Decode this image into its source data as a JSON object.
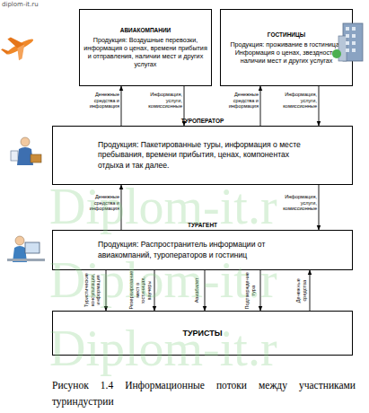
{
  "diagram": {
    "caption": "Рисунок 1.4 Информационные потоки между участниками туриндустрии",
    "nodes": [
      {
        "text": [
          "АВИАКОМПАНИИ",
          "Продукция: Воздушные перевозки, информация о ценах, времени прибытия и отправления, наличии мест и других услугах"
        ]
      },
      {
        "text": [
          "ГОСТИНИЦЫ",
          "Продукция: проживание в гостиницах Информация о ценах, звездности, наличии мест и других услугах"
        ]
      },
      {
        "text": [
          "ТУРОПЕРАТОР",
          "Продукция: Пакетированные туры, информация о месте пребывания, времени прибытия, ценах, компонентах отдыха и так далее."
        ]
      },
      {
        "text": [
          "ТУРАГЕНТ",
          "Продукция: Распространитель информации от авиакомпаний, туроператоров и гостиниц"
        ]
      },
      {
        "text": [
          "ТУРИСТЫ"
        ]
      }
    ],
    "edges": [
      {
        "from": 2,
        "to": 0,
        "arrow": "to",
        "label": "Денежные средства и информация"
      },
      {
        "from": 0,
        "to": 2,
        "arrow": "to",
        "label": "Информация, услуги, комиссионные"
      },
      {
        "from": 2,
        "to": 1,
        "arrow": "to",
        "label": "Денежные средства и информация"
      },
      {
        "from": 1,
        "to": 2,
        "arrow": "to",
        "label": "Информация, услуги, комиссионные"
      },
      {
        "from": 3,
        "to": 2,
        "arrow": "to",
        "label": "Денежные средства и информация"
      },
      {
        "from": 2,
        "to": 3,
        "arrow": "to",
        "label": "Информация, услуги, комиссионные"
      },
      {
        "from": 3,
        "to": 4,
        "arrow": "to",
        "label": "Туристические консультации, информация"
      },
      {
        "from": 3,
        "to": 4,
        "arrow": "to",
        "label": "Резервирование мест в гостиницах, ваучеры"
      },
      {
        "from": 3,
        "to": 4,
        "arrow": "to",
        "label": "Авиабилет"
      },
      {
        "from": 3,
        "to": 4,
        "arrow": "to",
        "label": "Подтверждение тура"
      },
      {
        "from": 4,
        "to": 3,
        "arrow": "to",
        "label": "Денежные средства"
      }
    ],
    "labels": [
      "diplom-it.ru",
      "Diplom-it.r",
      "Diplom-it.r",
      "Diplom-it.r"
    ]
  }
}
